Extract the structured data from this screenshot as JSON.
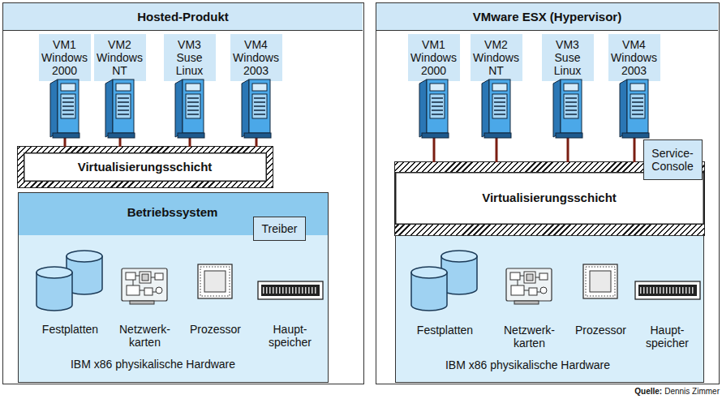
{
  "diagram": {
    "nodes": [
      {
        "text": [
          "Hosted-Produkt"
        ]
      },
      {
        "text": [
          "VM1 Windows 2000"
        ],
        "in": 0
      },
      {
        "text": [
          "VM2 Windows NT"
        ],
        "in": 0
      },
      {
        "text": [
          "VM3 Suse Linux"
        ],
        "in": 0
      },
      {
        "text": [
          "VM4 Windows 2003"
        ],
        "in": 0
      },
      {
        "text": [
          "Virtualisierungsschicht"
        ],
        "in": 0
      },
      {
        "text": [
          "Betriebssystem"
        ],
        "in": 0
      },
      {
        "text": [
          "Treiber"
        ],
        "in": 6
      },
      {
        "text": [
          "Festplatten",
          "Netzwerk- karten",
          "Prozessor",
          "Haupt- speicher",
          "IBM x86 physikalische Hardware"
        ],
        "in": 0
      },
      {
        "text": [
          "VMware ESX (Hypervisor)"
        ]
      },
      {
        "text": [
          "VM1 Windows 2000"
        ],
        "in": 9
      },
      {
        "text": [
          "VM2 Windows NT"
        ],
        "in": 9
      },
      {
        "text": [
          "VM3 Suse Linux"
        ],
        "in": 9
      },
      {
        "text": [
          "VM4 Windows 2003"
        ],
        "in": 9
      },
      {
        "text": [
          "Service- Console"
        ],
        "in": 9
      },
      {
        "text": [
          "Virtualisierungsschicht"
        ],
        "in": 9
      },
      {
        "text": [
          "Festplatten",
          "Netzwerk- karten",
          "Prozessor",
          "Haupt- speicher",
          "IBM x86 physikalische Hardware"
        ],
        "in": 9
      }
    ],
    "labels": [
      "Quelle:",
      "Dennis Zimmer"
    ]
  }
}
